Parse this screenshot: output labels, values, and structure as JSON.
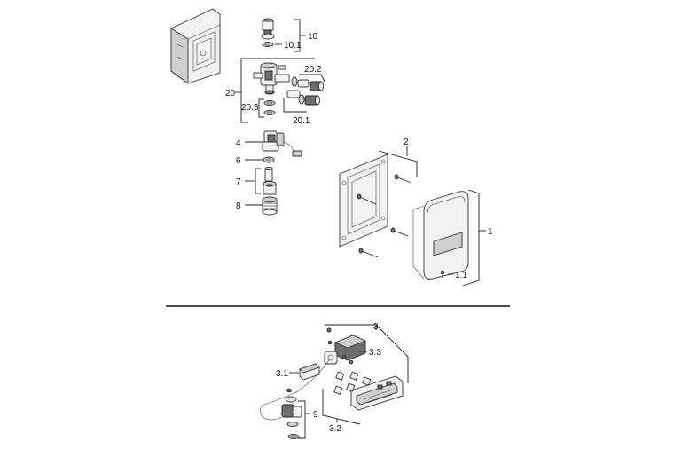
{
  "labels": {
    "p10": "10",
    "p10_1": "10.1",
    "p20": "20",
    "p20_1": "20.1",
    "p20_2": "20.2",
    "p20_3": "20.3",
    "p4": "4",
    "p6": "6",
    "p7": "7",
    "p8": "8",
    "p2": "2",
    "p1": "1",
    "p1_1": "1.1",
    "p3": "3",
    "p3_1": "3.1",
    "p3_2": "3.2",
    "p3_3": "3.3",
    "p9": "9"
  }
}
